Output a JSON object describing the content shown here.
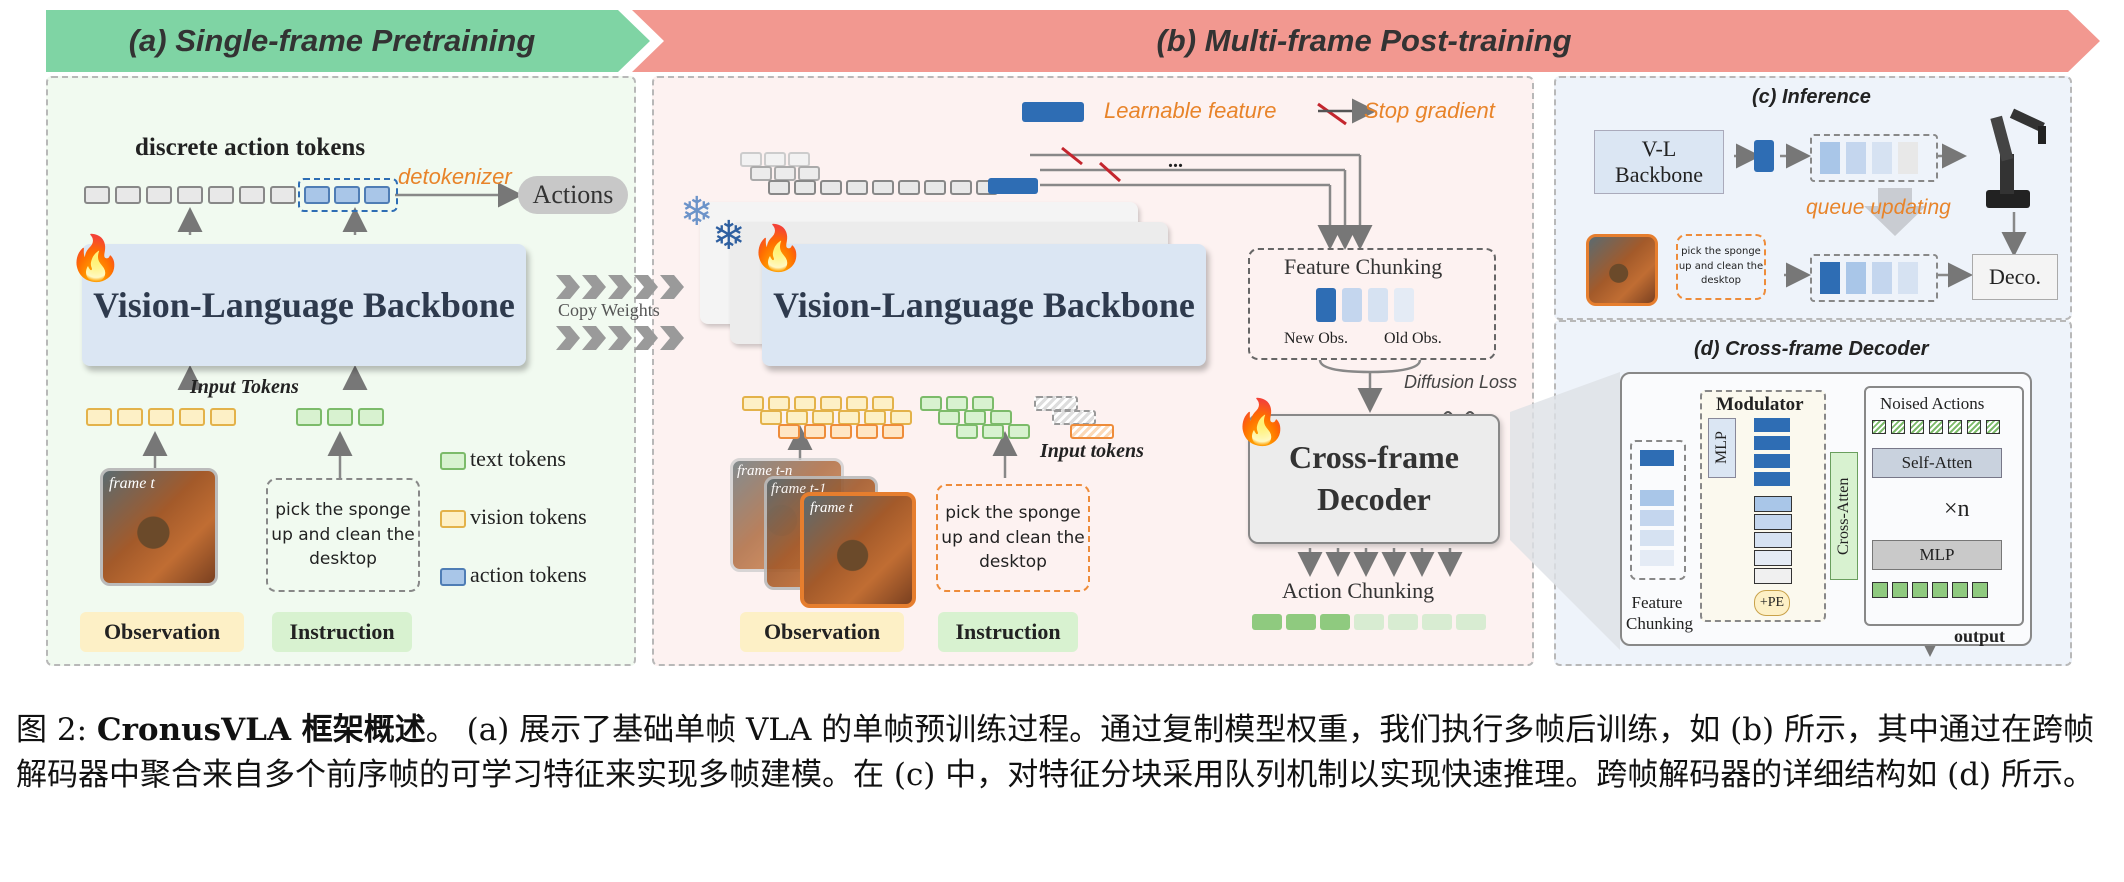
{
  "panel_a": {
    "banner": "(a) Single-frame Pretraining",
    "discrete_tokens_label": "discrete action tokens",
    "detokenizer": "detokenizer",
    "actions": "Actions",
    "backbone": "Vision-Language Backbone",
    "input_tokens": "Input Tokens",
    "frame": "frame t",
    "instruction": "pick the sponge up and clean the desktop",
    "observation": "Observation",
    "instruction_label": "Instruction",
    "legend": {
      "text": "text tokens",
      "vision": "vision tokens",
      "action": "action tokens"
    }
  },
  "copy_weights": "Copy Weights",
  "panel_b": {
    "banner": "(b) Multi-frame Post-training",
    "legend_learnable": "Learnable feature",
    "legend_stop": "Stop gradient",
    "ellipsis": "...",
    "backbone": "Vision-Language Backbone",
    "input_tokens": "Input tokens",
    "frames": [
      "frame t-n",
      "frame t-1",
      "frame t"
    ],
    "instruction": "pick the sponge up and clean the desktop",
    "observation": "Observation",
    "instruction_label": "Instruction",
    "feature_chunking": "Feature Chunking",
    "new_obs": "New Obs.",
    "old_obs": "Old Obs.",
    "diffusion_loss": "Diffusion Loss",
    "decoder": "Cross-frame Decoder",
    "action_chunking": "Action Chunking"
  },
  "panel_c": {
    "title": "(c) Inference",
    "backbone": "V-L Backbone",
    "queue": "queue updating",
    "instruction": "pick the sponge up and clean the desktop",
    "deco": "Deco."
  },
  "panel_d": {
    "title": "(d) Cross-frame Decoder",
    "modulator": "Modulator",
    "mlp": "MLP",
    "pe": "+PE",
    "cross_atten": "Cross-Atten",
    "noised_actions": "Noised Actions",
    "self_atten": "Self-Atten",
    "xn": "×n",
    "mlp2": "MLP",
    "feature_chunking": "Feature Chunking",
    "output": "output"
  },
  "caption": {
    "prefix": "图 2: ",
    "title": "CronusVLA 框架概述",
    "body": "。 (a) 展示了基础单帧 VLA 的单帧预训练过程。通过复制模型权重，我们执行多帧后训练，如 (b) 所示，其中通过在跨帧解码器中聚合来自多个前序帧的可学习特征来实现多帧建模。在 (c) 中，对特征分块采用队列机制以实现快速推理。跨帧解码器的详细结构如 (d) 所示。"
  },
  "colors": {
    "green_banner": "#7fd4a4",
    "red_banner": "#f29890",
    "backbone": "#dbe6f3",
    "learnable": "#2e6db4",
    "orange": "#e67e2e"
  }
}
